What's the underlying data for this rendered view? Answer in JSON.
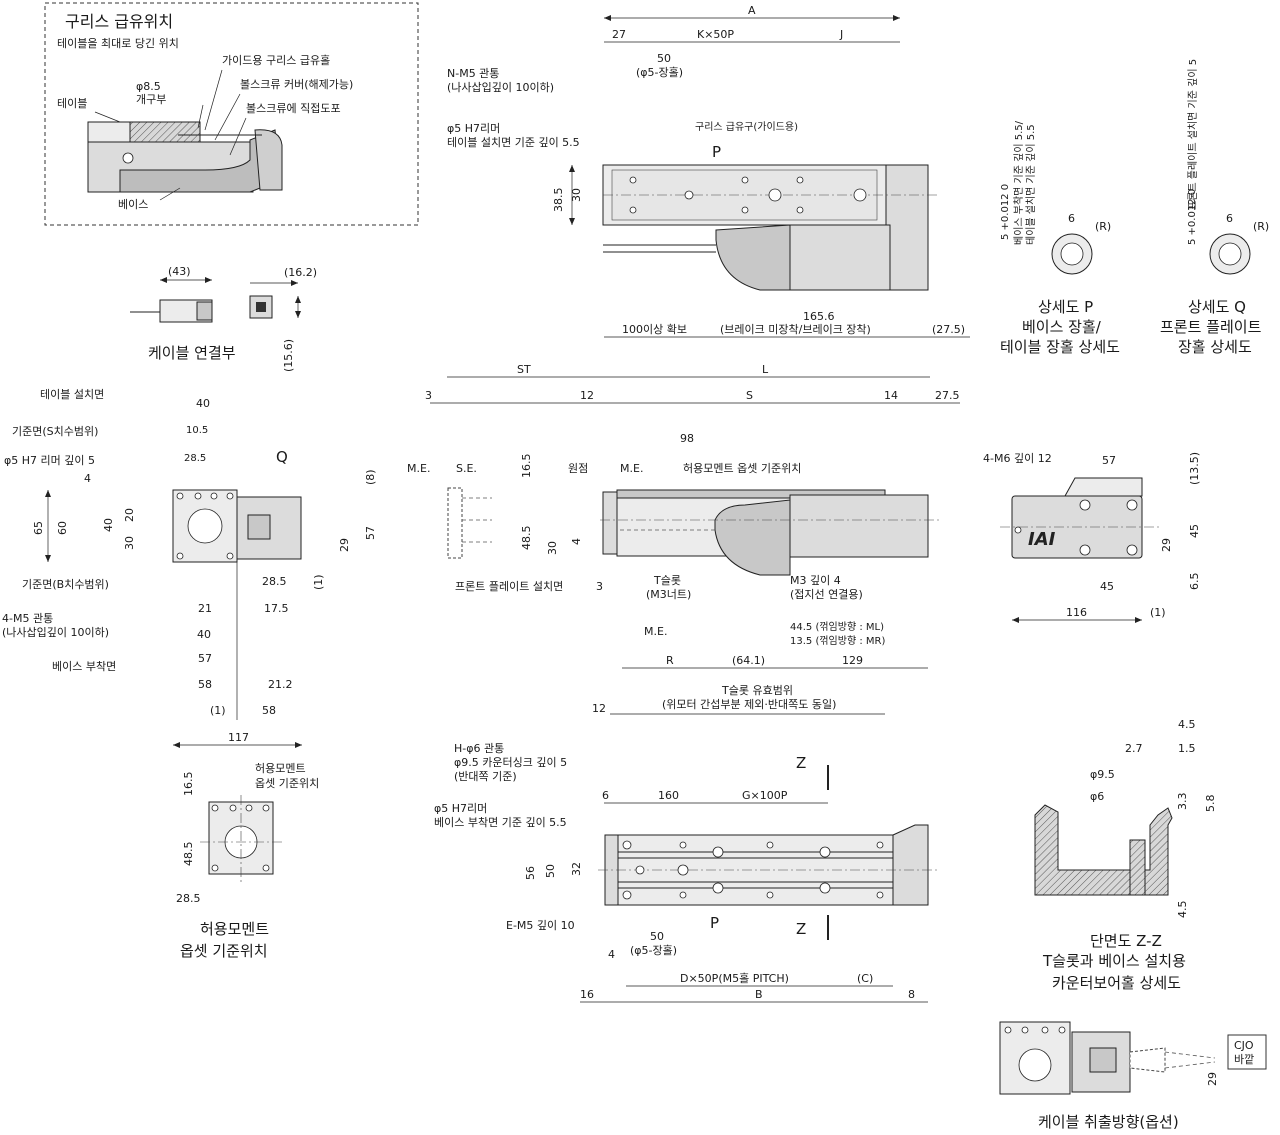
{
  "grease": {
    "title": "구리스 급유위치",
    "subtitle": "테이블을 최대로 당긴 위치",
    "phi": "φ8.5",
    "opening": "개구부",
    "table": "테이블",
    "guide": "가이드용 구리스 급유홀",
    "cover": "볼스크류 커버(해제가능)",
    "coat": "볼스크류에 직접도포",
    "base": "베이스"
  },
  "top": {
    "A": "A",
    "d27": "27",
    "kx50p": "K×50P",
    "J": "J",
    "d50": "50",
    "slot": "(φ5-장홀)",
    "nm5": "N-M5 관통",
    "nm5b": "(나사삽입깊이 10이하)",
    "reamer": "φ5 H7리머",
    "reamerb": "테이블 설치면 기준 깊이 5.5",
    "greasePort": "구리스 급유구(가이드용)",
    "P": "P",
    "d38": "38.5",
    "d30": "30",
    "d100": "100이상 확보",
    "d165": "165.6",
    "brake": "(브레이크 미장착/브레이크 장착)",
    "d275": "(27.5)"
  },
  "detailP": {
    "tol": "5 +0.012 0",
    "vtext1": "베이스 부착면 기준 깊이 5.5/",
    "vtext2": "테이블 설치면 기준 깊이 5.5",
    "d6": "6",
    "R": "(R)",
    "cap1": "상세도 P",
    "cap2": "베이스 장홀/",
    "cap3": "테이블 장홀 상세도"
  },
  "detailQ": {
    "tol": "5 +0.012 0",
    "vtext1": "프론트 플레이트 설치면 기준 깊이 5",
    "d6": "6",
    "R": "(R)",
    "cap1": "상세도 Q",
    "cap2": "프론트 플레이트",
    "cap3": "장홀 상세도"
  },
  "cable": {
    "d43": "(43)",
    "d162": "(16.2)",
    "d156": "(15.6)",
    "cap": "케이블 연결부"
  },
  "left": {
    "tableFace": "테이블 설치면",
    "refS": "기준면(S치수범위)",
    "reamer": "φ5 H7 리머 깊이 5",
    "d40": "40",
    "d105": "10.5",
    "d285": "28.5",
    "Q": "Q",
    "d8": "(8)",
    "d4": "4",
    "d65": "65",
    "d60": "60",
    "d40v": "40",
    "d20": "20",
    "d30": "30",
    "d29": "29",
    "d57v": "57",
    "refB": "기준면(B치수범위)",
    "d285b": "28.5",
    "d1": "(1)",
    "m5": "4-M5 관통",
    "m5b": "(나사삽입깊이 10이하)",
    "d21": "21",
    "d175": "17.5",
    "d40h": "40",
    "baseFace": "베이스 부착면",
    "d57": "57",
    "d58": "58",
    "d212": "21.2",
    "d1b": "(1)",
    "d58b": "58",
    "d117": "117"
  },
  "mid": {
    "ST": "ST",
    "L": "L",
    "d3": "3",
    "d12": "12",
    "S": "S",
    "d14": "14",
    "d275": "27.5",
    "d98": "98",
    "ME": "M.E.",
    "SE": "S.E.",
    "origin": "원점",
    "ME2": "M.E.",
    "momentRef": "허용모멘트 옵셋 기준위치",
    "d165": "16.5",
    "d485": "48.5",
    "d30": "30",
    "d4": "4",
    "front": "프론트 플레이트 설치면",
    "d3b": "3",
    "tslot": "T슬롯",
    "tslotb": "(M3너트)",
    "ME3": "M.E.",
    "m3": "M3 깊이 4",
    "m3b": "(접지선 연결용)",
    "ml": "44.5 (꺾임방향 : ML)",
    "mr": "13.5 (꺾임방향 : MR)",
    "R": "R",
    "d641": "(64.1)",
    "d129": "129",
    "tslotRange": "T슬롯 유효범위",
    "tslotRangeb": "(위모터 간섭부분 제외·반대쪽도 동일)",
    "d12b": "12"
  },
  "right": {
    "m6": "4-M6 깊이 12",
    "d57": "57",
    "d135": "(13.5)",
    "d29": "29",
    "d45v": "45",
    "d65": "6.5",
    "d45": "45",
    "d116": "116",
    "d1": "(1)",
    "logo": "IAI"
  },
  "moment": {
    "d165": "16.5",
    "d485": "48.5",
    "d285": "28.5",
    "lbl1": "허용모멘트",
    "lbl2": "옵셋 기준위치",
    "cap1": "허용모멘트",
    "cap2": "옵셋 기준위치"
  },
  "bottom": {
    "h6": "H-φ6 관통",
    "h6b": "φ9.5 카운터싱크 깊이 5",
    "h6c": "(반대쪽 기준)",
    "reamer": "φ5 H7리머",
    "reamerb": "베이스 부착면 기준 깊이 5.5",
    "em5": "E-M5 깊이 10",
    "P": "P",
    "Z": "Z",
    "Z2": "Z",
    "d6": "6",
    "d160": "160",
    "gx100p": "G×100P",
    "d56": "56",
    "d50": "50",
    "d32": "32",
    "d50b": "50",
    "slot": "(φ5-장홀)",
    "d4": "4",
    "dx50p": "D×50P(M5홀 PITCH)",
    "C": "(C)",
    "d16": "16",
    "B": "B",
    "d8": "8"
  },
  "section": {
    "d45": "4.5",
    "d27": "2.7",
    "d15": "1.5",
    "phi95": "φ9.5",
    "phi6": "φ6",
    "d33": "3.3",
    "d58": "5.8",
    "d45b": "4.5",
    "cap1": "단면도 Z-Z",
    "cap2": "T슬롯과 베이스 설치용",
    "cap3": "카운터보어홀 상세도"
  },
  "option": {
    "cjo1": "CJO",
    "cjo2": "바깥",
    "d29": "29",
    "cap": "케이블 취출방향(옵션)"
  }
}
